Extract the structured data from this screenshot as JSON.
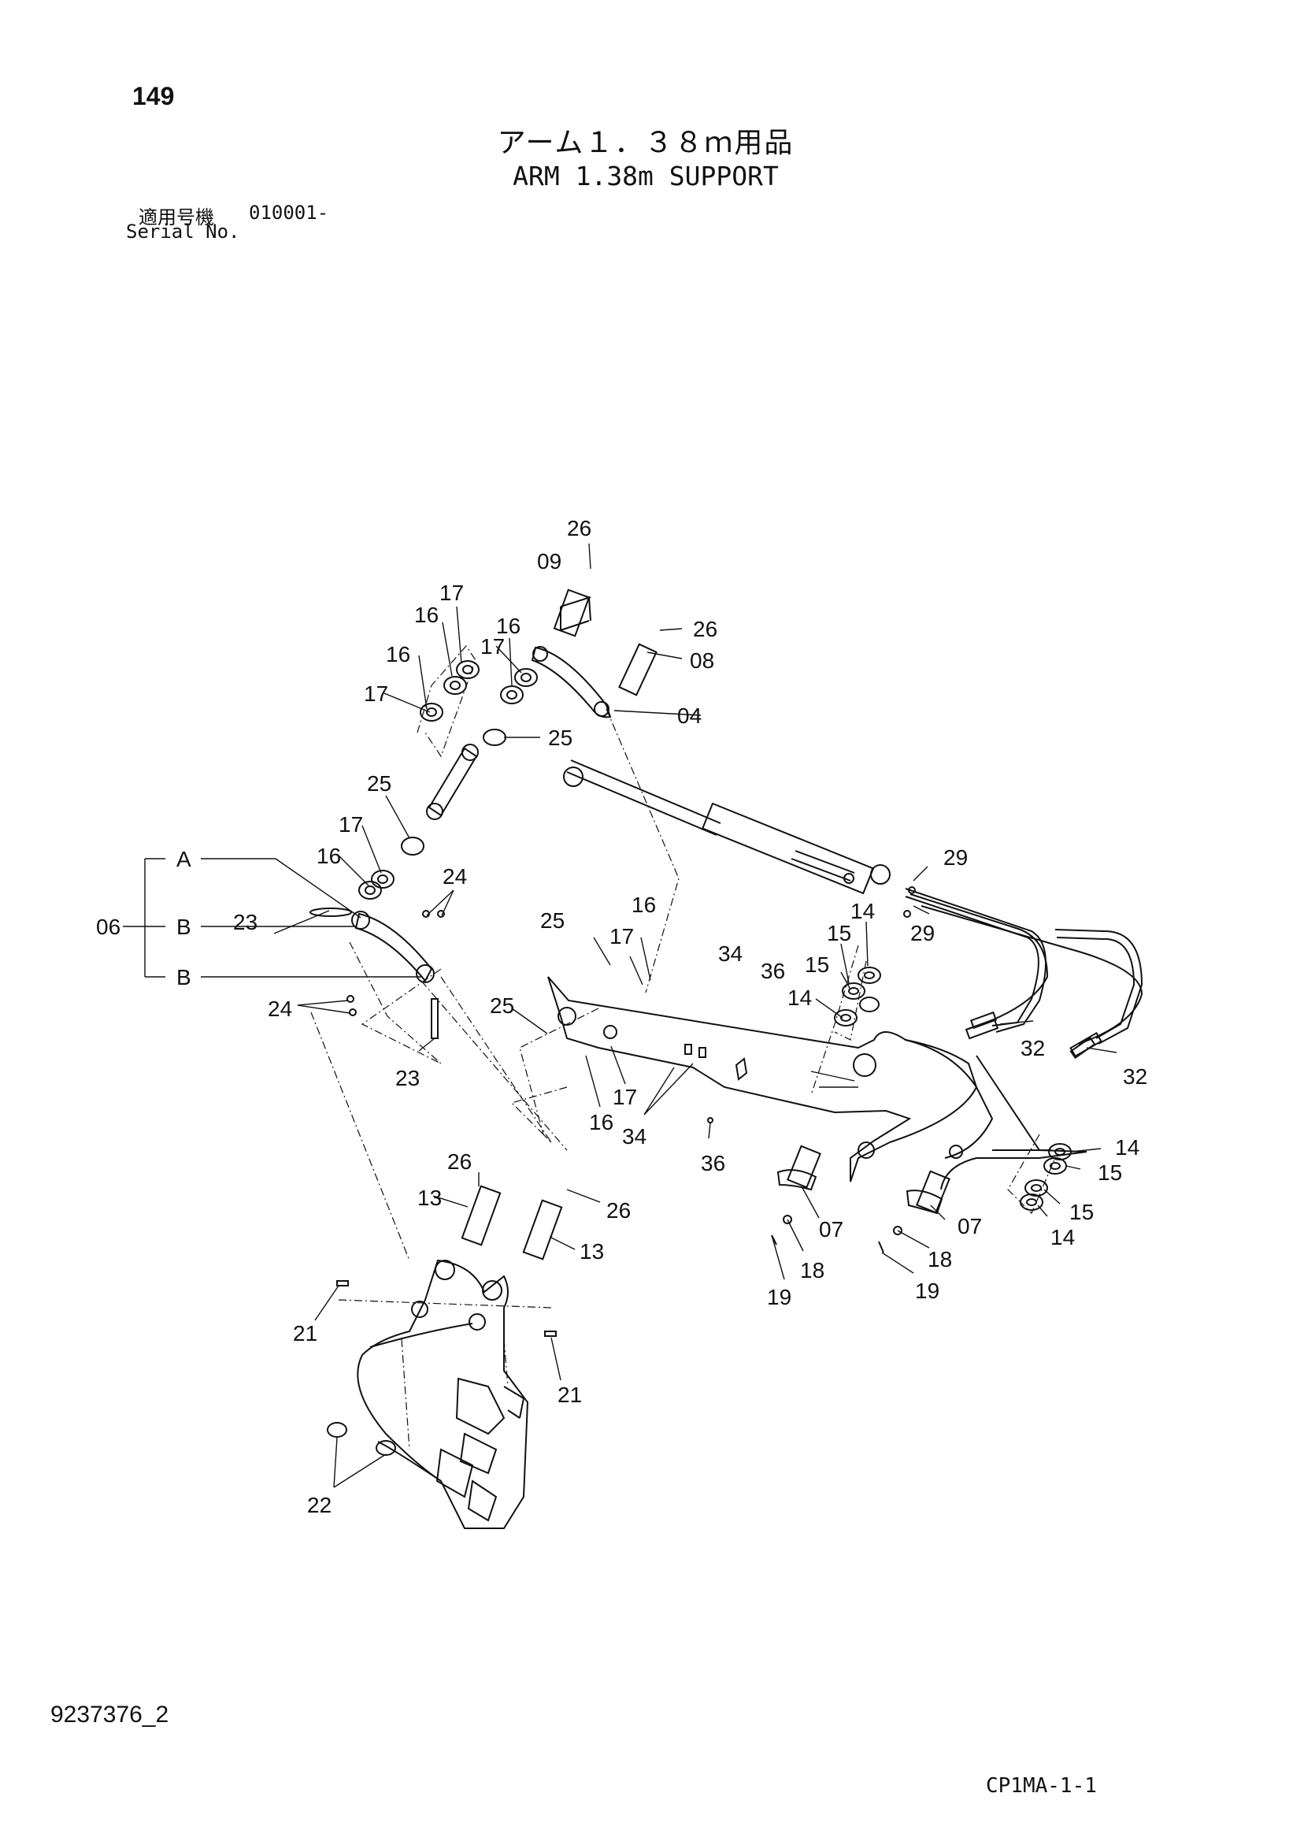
{
  "header": {
    "page_number": "149",
    "title_jp": "アーム１．３８ｍ用品",
    "title_en": "ARM 1.38m SUPPORT",
    "serial_label_jp": "適用号機",
    "serial_value": "010001-",
    "serial_label_en": "Serial No."
  },
  "footer": {
    "drawing_number": "9237376_2",
    "page_code": "CP1MA-1-1"
  },
  "callouts": {
    "c26a": "26",
    "c09": "09",
    "c26b": "26",
    "c08": "08",
    "c04": "04",
    "c17a": "17",
    "c16a": "16",
    "c16b": "16",
    "c17b": "17",
    "c16c": "16",
    "c17c": "17",
    "c25a": "25",
    "c25b": "25",
    "c17d": "17",
    "c16d": "16",
    "cA": "A",
    "cB1": "B",
    "cB2": "B",
    "c06": "06",
    "c23a": "23",
    "c24a": "24",
    "c24b": "24",
    "c23b": "23",
    "c25c": "25",
    "c16e": "16",
    "c17e": "17",
    "c25d": "25",
    "c17f": "17",
    "c16f": "16",
    "c34a": "34",
    "c36a": "36",
    "c34b": "34",
    "c36b": "36",
    "c29a": "29",
    "c29b": "29",
    "c14a": "14",
    "c15a": "15",
    "c15b": "15",
    "c14b": "14",
    "c32a": "32",
    "c32b": "32",
    "c14c": "14",
    "c15c": "15",
    "c15d": "15",
    "c14d": "14",
    "c07a": "07",
    "c07b": "07",
    "c18a": "18",
    "c18b": "18",
    "c19a": "19",
    "c19b": "19",
    "c26c": "26",
    "c13a": "13",
    "c26d": "26",
    "c13b": "13",
    "c21a": "21",
    "c21b": "21",
    "c22": "22"
  }
}
